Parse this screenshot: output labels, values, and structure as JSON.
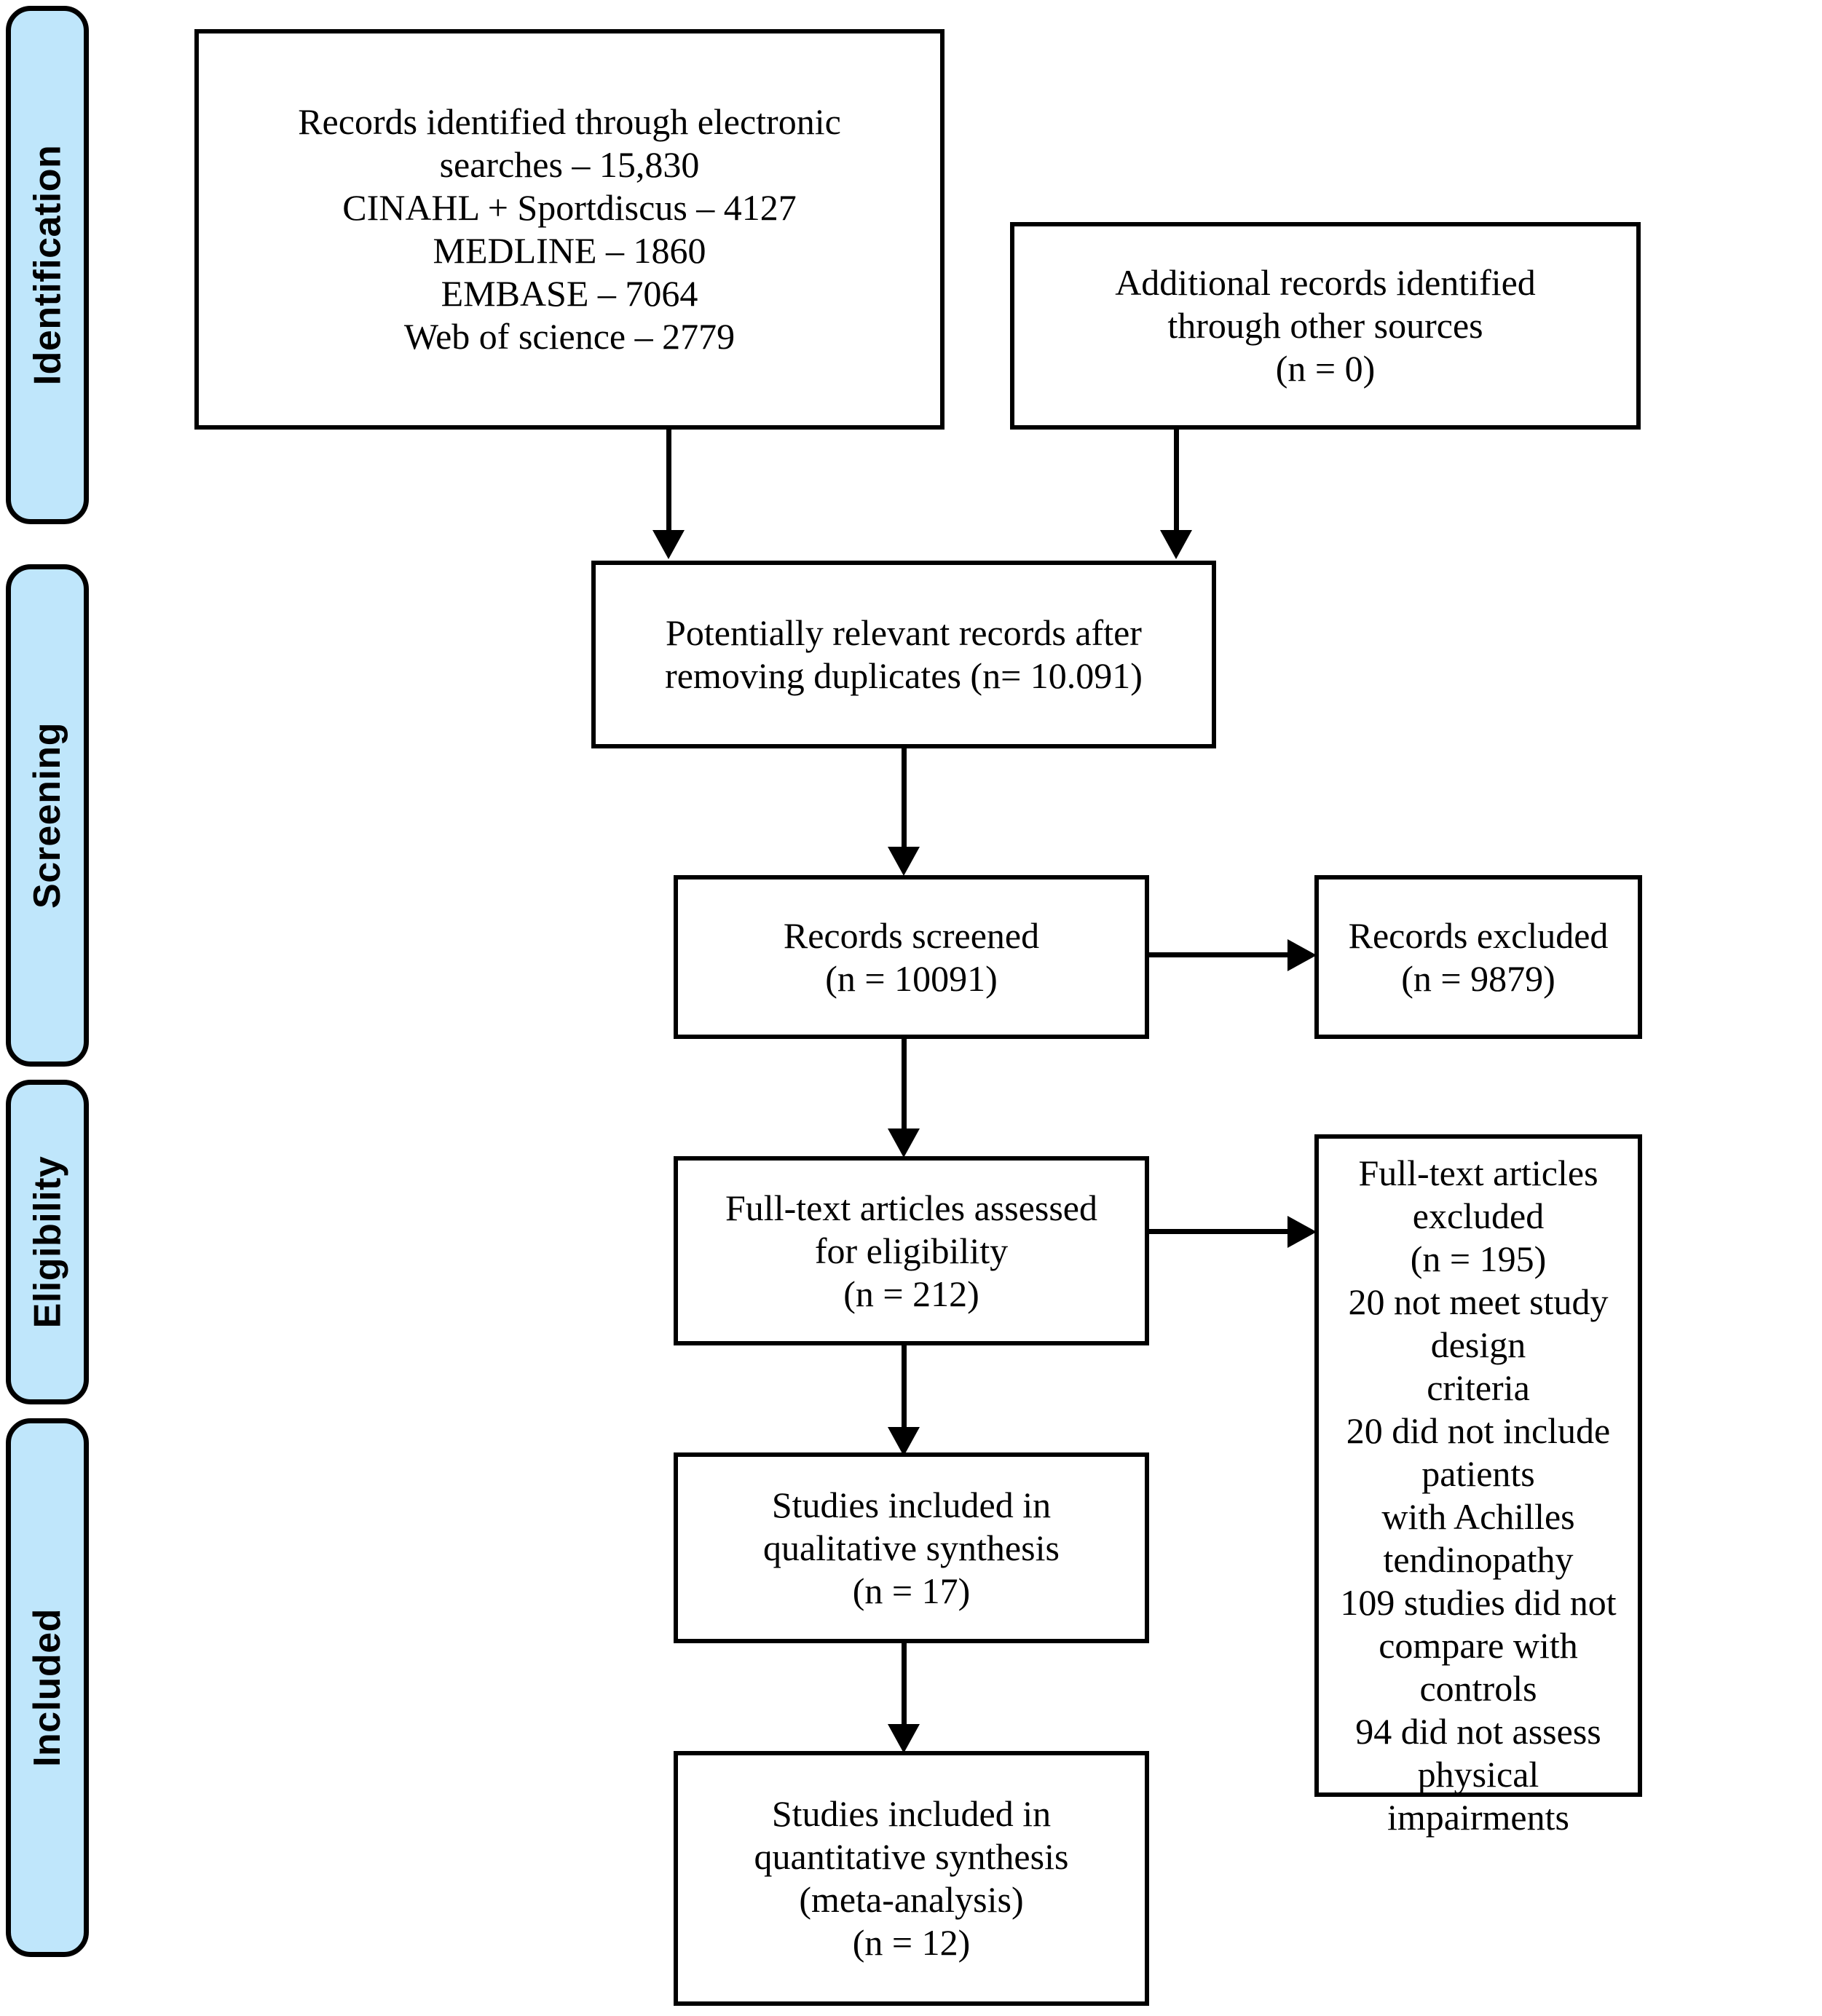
{
  "diagram": {
    "type": "prisma-flow-diagram",
    "accent_color": "#bfe6fb",
    "line_color": "#000000",
    "background_color": "#ffffff"
  },
  "stages": [
    {
      "id": "identification",
      "label": "Identification"
    },
    {
      "id": "screening",
      "label": "Screening"
    },
    {
      "id": "eligibility",
      "label": "Eligibility"
    },
    {
      "id": "included",
      "label": "Included"
    }
  ],
  "boxes": {
    "records_identified": {
      "text": "Records identified through electronic\nsearches – 15,830\nCINAHL + Sportdiscus – 4127\nMEDLINE – 1860\nEMBASE – 7064\nWeb of science – 2779"
    },
    "additional_records": {
      "text": "Additional records identified\nthrough other sources\n(n = 0)"
    },
    "after_duplicates": {
      "text": "Potentially relevant records after\nremoving duplicates (n= 10.091)"
    },
    "records_screened": {
      "text": "Records screened\n(n = 10091)"
    },
    "records_excluded": {
      "text": "Records excluded\n(n = 9879)"
    },
    "fulltext_assessed": {
      "text": "Full-text articles assessed\nfor eligibility\n(n = 212)"
    },
    "fulltext_excluded": {
      "text": "Full-text articles excluded\n(n = 195)\n20 not meet study design\ncriteria\n20 did not include patients\nwith Achilles tendinopathy\n109 studies did not\ncompare with controls\n94 did not assess physical\nimpairments"
    },
    "qualitative_synthesis": {
      "text": "Studies included in\nqualitative synthesis\n(n = 17)"
    },
    "quantitative_synthesis": {
      "text": "Studies included in\nquantitative synthesis\n(meta-analysis)\n(n = 12)"
    }
  },
  "counts": {
    "electronic_searches_total": 15830,
    "cinahl_sportdiscus": 4127,
    "medline": 1860,
    "embase": 7064,
    "web_of_science": 2779,
    "additional_other_sources": 0,
    "after_duplicates": "10.091",
    "records_screened": 10091,
    "records_excluded": 9879,
    "fulltext_assessed": 212,
    "fulltext_excluded": 195,
    "excluded_study_design": 20,
    "excluded_no_achilles_patients": 20,
    "excluded_no_controls": 109,
    "excluded_no_physical_impairments": 94,
    "qualitative_synthesis": 17,
    "quantitative_synthesis": 12
  }
}
